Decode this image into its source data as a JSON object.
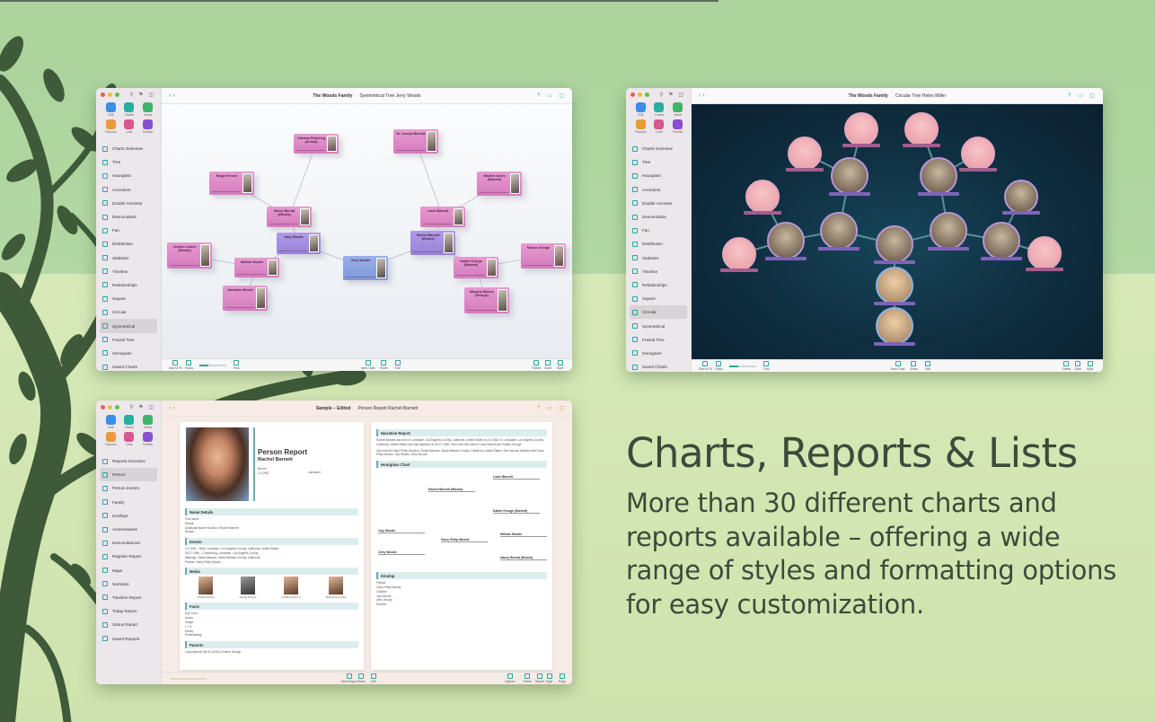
{
  "headline": "Charts, Reports & Lists",
  "body": "More than 30 different charts and reports available – offering a wide range of styles and formatting options for easy customization.",
  "colors": {
    "accent": "#2aa59b",
    "node_pink": "#d57bbd",
    "node_purple": "#9683d8",
    "node_blue": "#7f98dc",
    "bg_green": "#b0d6a0",
    "bg_light": "#d4e6b4",
    "tree_art": "#3e5a39"
  },
  "tools": [
    {
      "label": "Edit",
      "color": "#3a8ee6"
    },
    {
      "label": "Charts",
      "color": "#27aea0"
    },
    {
      "label": "Views",
      "color": "#3bb56a"
    },
    {
      "label": "Reports",
      "color": "#e99a37"
    },
    {
      "label": "Lists",
      "color": "#d8578f"
    },
    {
      "label": "Publish",
      "color": "#8a4fd0"
    }
  ],
  "charts_nav": [
    "Charts Overview",
    "Tree",
    "Hourglass",
    "Ancestors",
    "Double Ancestor",
    "Descendants",
    "Fan",
    "Distribution",
    "Statistics",
    "Timeline",
    "Relationships",
    "Square",
    "Circular",
    "Symmetrical",
    "Fractal Tree",
    "Genogram",
    "Saved Charts"
  ],
  "reports_nav": [
    "Reports Overview",
    "Person",
    "Person Events",
    "Family",
    "Kinships",
    "Anniversaries",
    "Descendancies",
    "Register Report",
    "Maps",
    "Narrative",
    "Timeline Report",
    "Today Report",
    "Status Report",
    "Saved Reports"
  ],
  "window1": {
    "database": "The Woods Family",
    "title": "Symmetrical Tree Jerry Woods",
    "selected": "Symmetrical",
    "nodes": [
      {
        "name": "Clarissa Pickering (Arnold)",
        "style": "pink"
      },
      {
        "name": "Dr. Joseph Barnett",
        "style": "pink"
      },
      {
        "name": "Roger Fenner",
        "style": "pink"
      },
      {
        "name": "Mildred Jones (Barnett)",
        "style": "pink"
      },
      {
        "name": "Nancy Bernat (Woods)",
        "style": "pink"
      },
      {
        "name": "Louis Barnett",
        "style": "pink"
      },
      {
        "name": "Gary Woods",
        "style": "purple"
      },
      {
        "name": "Rachel Barnett (Woods)",
        "style": "purple"
      },
      {
        "name": "Jerry Woods",
        "style": "blue"
      },
      {
        "name": "Charles Culver (Woods)",
        "style": "pink"
      },
      {
        "name": "William Woods",
        "style": "pink"
      },
      {
        "name": "Abraham Woods",
        "style": "pink"
      },
      {
        "name": "Kathie George (Barnett)",
        "style": "pink"
      },
      {
        "name": "Nelson George",
        "style": "pink"
      },
      {
        "name": "Margery Baines (George)",
        "style": "pink"
      }
    ],
    "toolbar_left": [
      "Size to Fit",
      "Focus",
      "Find"
    ],
    "toolbar_mid": [
      "New Chart",
      "Share",
      "Edit"
    ],
    "toolbar_right": [
      "Theme",
      "Chart",
      "Style"
    ]
  },
  "window2": {
    "database": "The Woods Family",
    "title": "Circular Tree Helen Miller",
    "selected": "Circular",
    "toolbar_left": [
      "Size to Fit",
      "Focus",
      "Find"
    ],
    "toolbar_mid": [
      "New Chart",
      "Share",
      "Edit"
    ],
    "toolbar_right": [
      "Theme",
      "Chart",
      "Style"
    ]
  },
  "window3": {
    "database": "Sample – Edited",
    "title": "Person Report Rachel Barnett",
    "selected": "Person",
    "report": {
      "heading": "Person Report",
      "person": "Rachel Barnett",
      "birth_label": "Born in",
      "birth_date": "2.5.1962",
      "birth_place": "Lancaster",
      "sections_left": [
        "Name Details",
        "Events",
        "Media",
        "Facts",
        "Parents"
      ],
      "name_details": [
        "First Name",
        "Rachel",
        "Additional Name Woods or Rachel Barnett",
        "Woods"
      ],
      "events": [
        "2.5.1962 – Birth, Lancaster, Los Angeles County, California, United States",
        "06.27.1996 – Christening, Lancaster, Los Angeles County",
        "Marriage, Santa Barbara, Santa Barbara County, California",
        "Partner: Garry Philip Woods"
      ],
      "media": [
        "Profile Picture",
        "Family Picture",
        "Profile Picture 2",
        "Rachel and child"
      ],
      "facts": [
        "Eye Color",
        "brown",
        "Height",
        "1.7 ft",
        "Hobby",
        "Rollerskating"
      ],
      "parents": "Louis Barnett (05.02.1930) & Kathie George",
      "sections_right": [
        "Narrative Report",
        "Hourglass Chart",
        "Kinship"
      ],
      "narrative": "Rachel Barnett was born in Lancaster, Los Angeles County, California, United States on 2.5.1962. In Lancaster, Los Angeles County, California, United States she was baptized on 06.27.1996. She is the first child of Louis Barnett and Kathie George.",
      "narrative2": "She married Garry Philip Woods in Santa Barbara, Santa Barbara County, California, United States. She has two children with Garry Philip Woods: July Woods, Jerry Woods.",
      "hourglass": [
        "Louis Barnett",
        "Rachel Barnett (Woods)",
        "Kathie George (Barnett)",
        "July Woods",
        "Garry Philip Woods",
        "William Woods",
        "Jerry Woods",
        "Nancy Bernat (Woods)"
      ],
      "kinship": [
        "Partner",
        "Garry Philip Woods",
        "Children",
        "July Woods",
        "Jerry Woods",
        "Parents"
      ]
    },
    "toolbar_mid": [
      "New Report",
      "Share",
      "Edit"
    ],
    "toolbar_right": [
      "Options",
      "Theme",
      "Report",
      "Style",
      "Page"
    ]
  }
}
